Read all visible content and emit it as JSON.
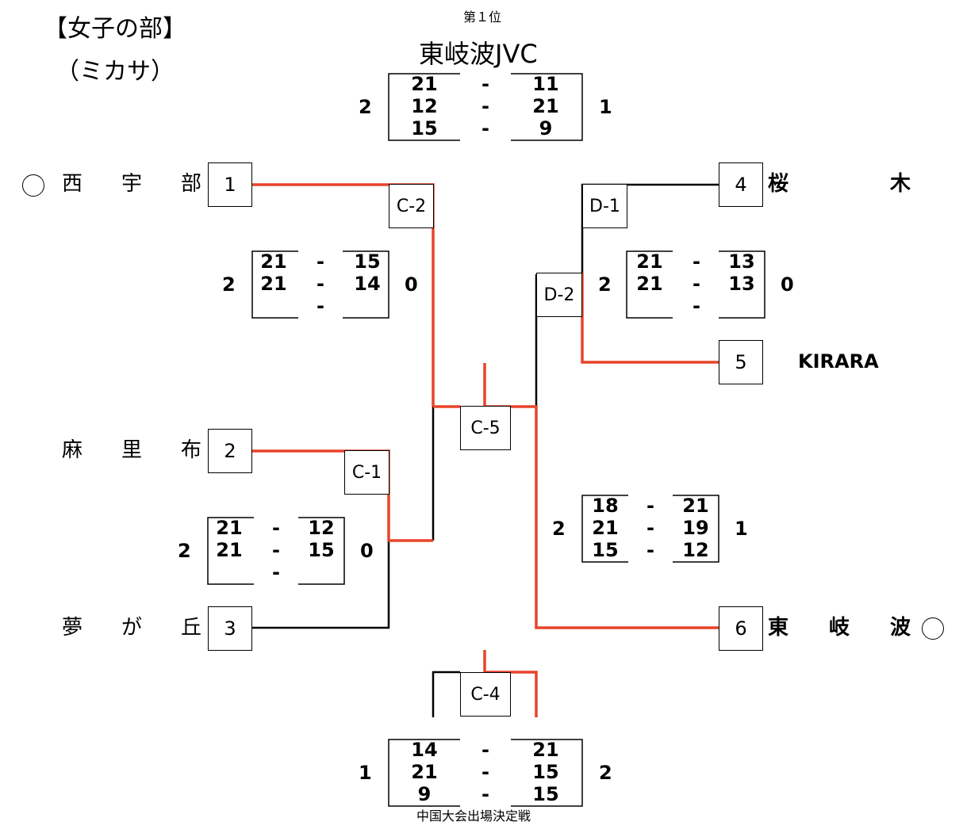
{
  "header": {
    "title": "【女子の部】",
    "subtitle": "（ミカサ）",
    "first_place_label": "第１位",
    "champion": "東岐波JVC",
    "bottom_label": "中国大会出場決定戦"
  },
  "teams": [
    {
      "seed": "1",
      "name": [
        "西",
        "宇",
        "部"
      ],
      "mark": "○"
    },
    {
      "seed": "2",
      "name": [
        "麻",
        "里",
        "布"
      ]
    },
    {
      "seed": "3",
      "name": [
        "夢",
        "が",
        "丘"
      ]
    },
    {
      "seed": "4",
      "name": [
        "桜",
        "木"
      ]
    },
    {
      "seed": "5",
      "name": [
        "KIRARA"
      ]
    },
    {
      "seed": "6",
      "name": [
        "東",
        "岐",
        "波"
      ],
      "mark": "○"
    }
  ],
  "matches": {
    "C1": "C-1",
    "C2": "C-2",
    "C4": "C-4",
    "C5": "C-5",
    "D1": "D-1",
    "D2": "D-2"
  },
  "scores": {
    "final": {
      "left_sets": "2",
      "right_sets": "1",
      "rows": [
        [
          "21",
          "-",
          "11"
        ],
        [
          "12",
          "-",
          "21"
        ],
        [
          "15",
          "-",
          "9"
        ]
      ]
    },
    "c2": {
      "left_sets": "2",
      "right_sets": "0",
      "rows": [
        [
          "21",
          "-",
          "15"
        ],
        [
          "21",
          "-",
          "14"
        ],
        [
          "",
          "-",
          ""
        ]
      ]
    },
    "d1": {
      "left_sets": "2",
      "right_sets": "0",
      "rows": [
        [
          "21",
          "-",
          "13"
        ],
        [
          "21",
          "-",
          "13"
        ],
        [
          "",
          "-",
          ""
        ]
      ]
    },
    "c1": {
      "left_sets": "2",
      "right_sets": "0",
      "rows": [
        [
          "21",
          "-",
          "12"
        ],
        [
          "21",
          "-",
          "15"
        ],
        [
          "",
          "-",
          ""
        ]
      ]
    },
    "d2": {
      "left_sets": "2",
      "right_sets": "1",
      "rows": [
        [
          "18",
          "-",
          "21"
        ],
        [
          "21",
          "-",
          "19"
        ],
        [
          "15",
          "-",
          "12"
        ]
      ]
    },
    "c4": {
      "left_sets": "1",
      "right_sets": "2",
      "rows": [
        [
          "14",
          "-",
          "21"
        ],
        [
          "21",
          "-",
          "15"
        ],
        [
          "9",
          "-",
          "15"
        ]
      ]
    }
  },
  "colors": {
    "winner_line": "#e8442a",
    "line": "#000000"
  }
}
